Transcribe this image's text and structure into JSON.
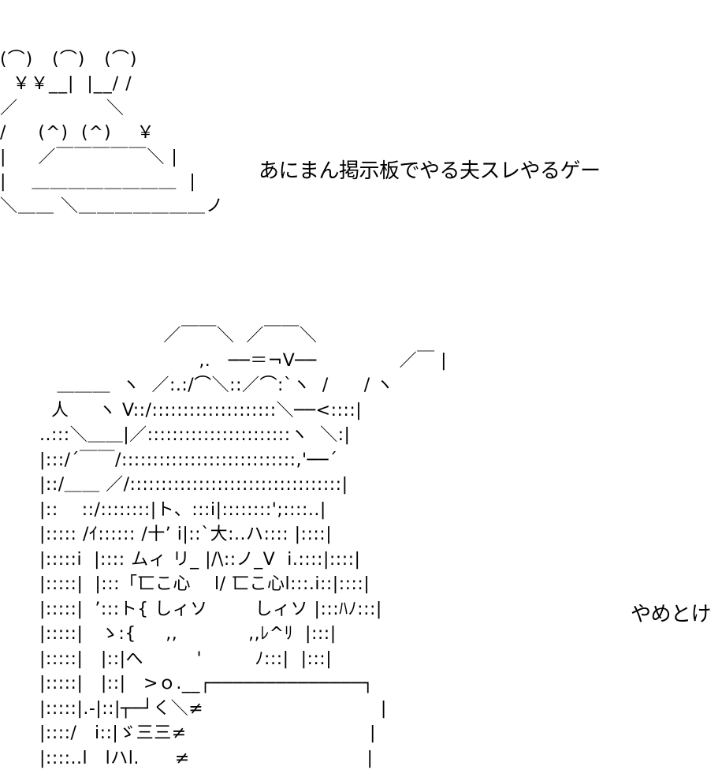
{
  "art": {
    "top": "(⌒)   (⌒)   (⌒)\n  ￥￥__|  |__/ /\n／              ＼\n/     (^)  (^)    ￥\n|     ／￣￣￣￣￣＼ |\n|    ＿＿＿＿＿＿＿＿  |\n＼＿＿ ＼＿＿＿＿＿＿＿ノ",
    "bottom": "                     ／￣￣＼  ／￣￣＼\n                           ,.   ──＝¬V──              ／￣ |\n   ＿＿＿  ヽ  ／:.:/⌒＼::／⌒:`ヽ  /      / ヽ\n  人     ヽ V::/::::::::::::::::::::＼──<::::|\n..:::＼＿＿|／:::::::::::::::::::::::ヽ  ＼:|\n|:::/´￣￣/::::::::::::::::::::::::::::,'──´\n|::/＿＿ ／/::::::::::::::::::::::::::::::::::|\n|::    ::/::::::::|ト、:::i|::::::::';::::..|\n|::::: /ｲ:::::: /十’ i|::`大:..ハ:::: |::::|\n|:::::i  |:::: ムィ リ_ |/\\::ノ_V  i.::::|::::|\n|:::::|  |:::「匸こ心    l/ 匸こ心l:::.i::|::::|\n|:::::|  ’:::ト{ しィソ        しィソ |:::ﾊﾉ:::|\n|:::::|   ゝ:{     ,,            ,,ﾚ^ﾘ  |:::|\n|:::::|   |::|へ         '         ﾉ:::|  |:::|\n|:::::|   |::|   >ｏ.__┌──────────────┐\n|:::::|.-|::|┬─┘く＼≠                              |\n|::::/   i::|ゞ三三≠                               |\n|::::..l   lハl.      ≠                              |"
  },
  "captions": {
    "title": "あにまん掲示板でやる夫スレやるゲー",
    "side": "やめとけ"
  }
}
